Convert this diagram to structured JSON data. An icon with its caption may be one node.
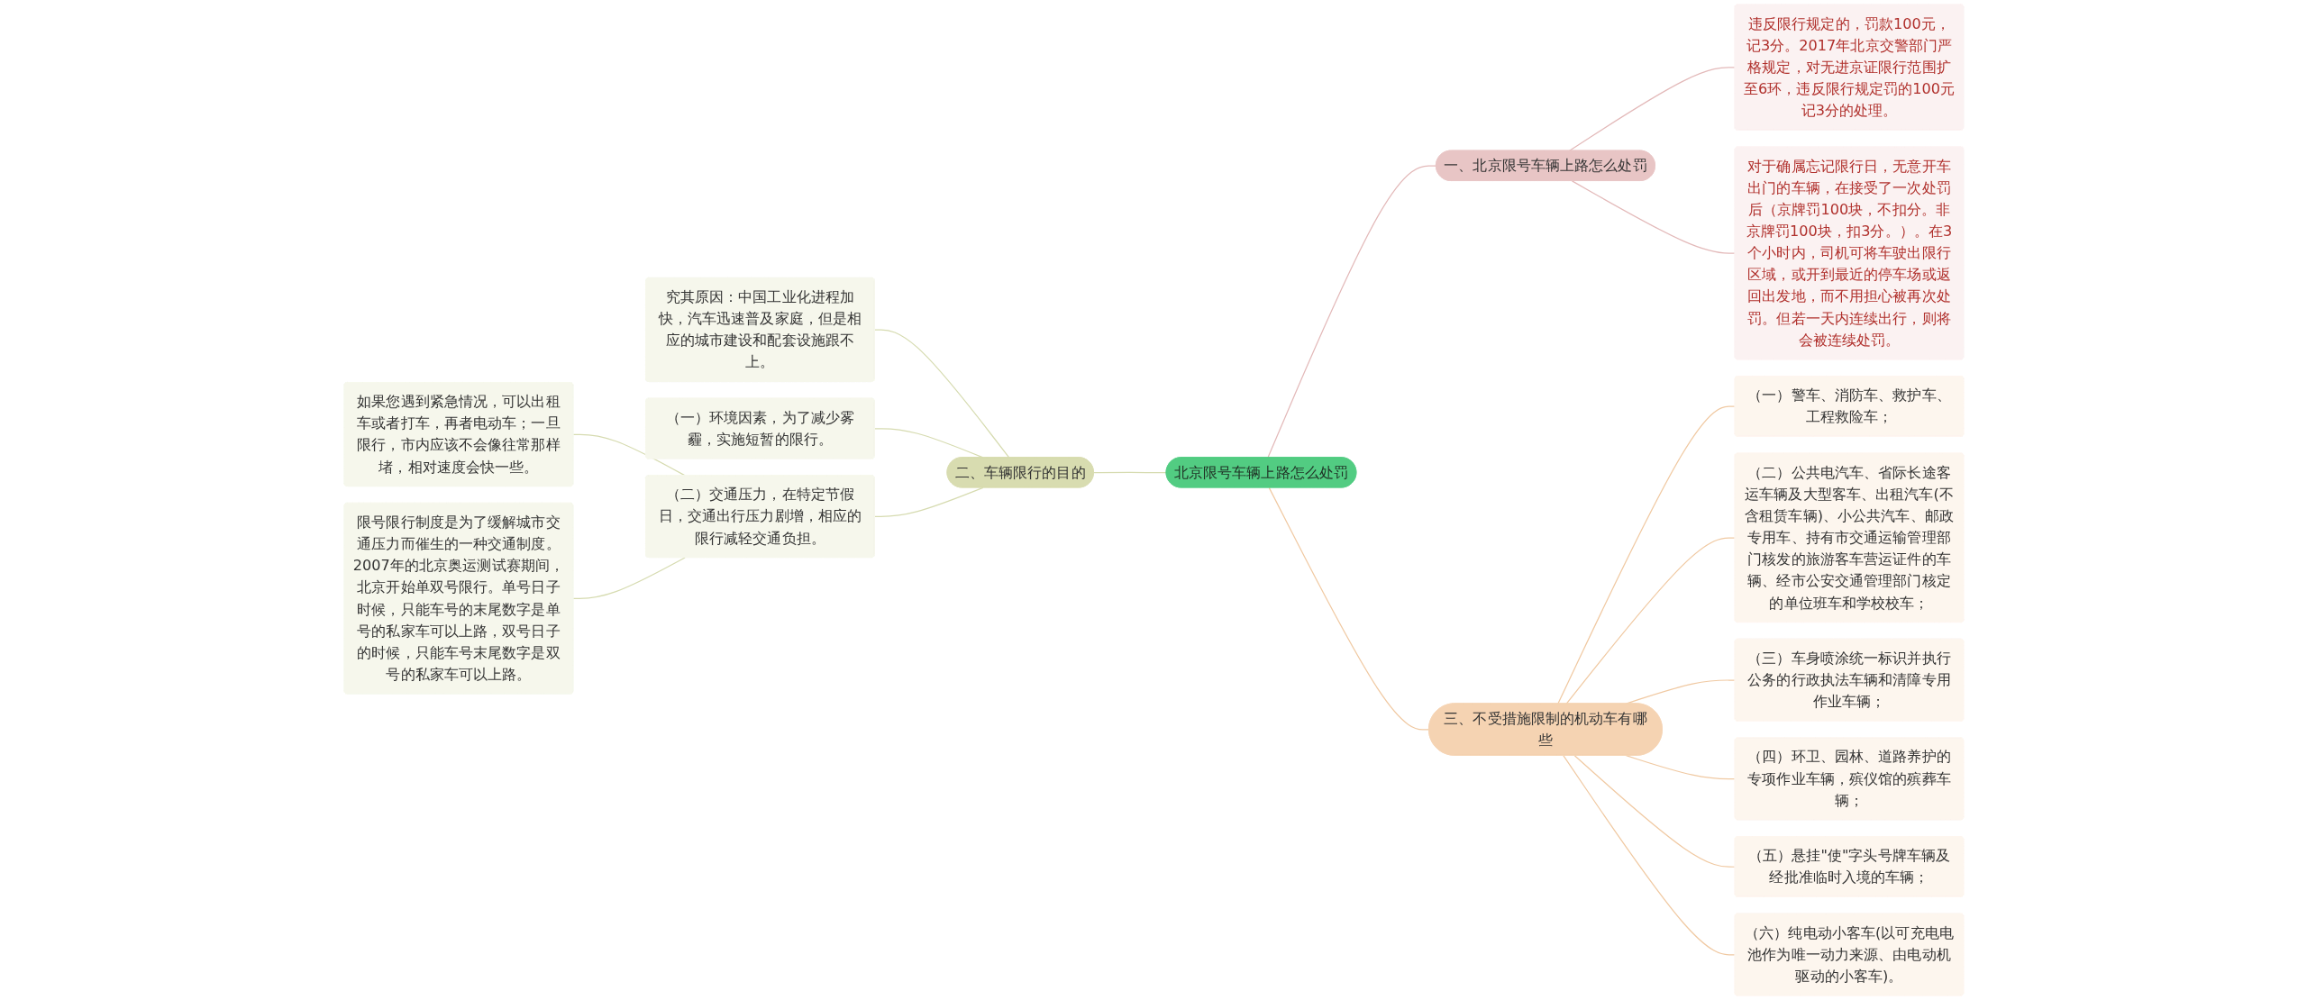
{
  "diagram": {
    "nodes": [
      {
        "text": [
          "北京限号车辆上路怎么处罚"
        ]
      },
      {
        "text": [
          "一、北京限号车辆上路怎么处罚"
        ]
      },
      {
        "text": [
          "违反限行规定的，罚款100元，记3分。2017年北京交警部门严格规定，对无进京证限行范围扩至6环，违反限行规定罚的100元记3分的处理。"
        ]
      },
      {
        "text": [
          "对于确属忘记限行日，无意开车出门的车辆，在接受了一次处罚后（京牌罚100块，不扣分。非京牌罚100块，扣3分。）。在3个小时内，司机可将车驶出限行区域，或开到最近的停车场或返回出发地，而不用担心被再次处罚。但若一天内连续出行，则将会被连续处罚。"
        ]
      },
      {
        "text": [
          "二、车辆限行的目的"
        ]
      },
      {
        "text": [
          "究其原因：中国工业化进程加快，汽车迅速普及家庭，但是相应的城市建设和配套设施跟不上。"
        ]
      },
      {
        "text": [
          "（一）环境因素，为了减少雾霾，实施短暂的限行。"
        ]
      },
      {
        "text": [
          "（二）交通压力，在特定节假日，交通出行压力剧增，相应的限行减轻交通负担。"
        ]
      },
      {
        "text": [
          "如果您遇到紧急情况，可以出租车或者打车，再者电动车；一旦限行，市内应该不会像往常那样堵，相对速度会快一些。"
        ]
      },
      {
        "text": [
          "限号限行制度是为了缓解城市交通压力而催生的一种交通制度。2007年的北京奥运测试赛期间，北京开始单双号限行。单号日子时候，只能车号的末尾数字是单号的私家车可以上路，双号日子的时候，只能车号末尾数字是双号的私家车可以上路。"
        ]
      },
      {
        "text": [
          "三、不受措施限制的机动车有哪些"
        ]
      },
      {
        "text": [
          "（一）警车、消防车、救护车、工程救险车；"
        ]
      },
      {
        "text": [
          "（二）公共电汽车、省际长途客运车辆及大型客车、出租汽车(不含租赁车辆)、小公共汽车、邮政专用车、持有市交通运输管理部门核发的旅游客车营运证件的车辆、经市公安交通管理部门核定的单位班车和学校校车；"
        ]
      },
      {
        "text": [
          "（三）车身喷涂统一标识并执行公务的行政执法车辆和清障专用作业车辆；"
        ]
      },
      {
        "text": [
          "（四）环卫、园林、道路养护的专项作业车辆，殡仪馆的殡葬车辆；"
        ]
      },
      {
        "text": [
          "（五）悬挂\"使\"字头号牌车辆及经批准临时入境的车辆；"
        ]
      },
      {
        "text": [
          "（六）纯电动小客车(以可充电电池作为唯一动力来源、由电动机驱动的小客车)。"
        ]
      }
    ],
    "edges": [
      {
        "from": 0,
        "to": 1,
        "arrow": "none",
        "color": "#e3b9b9"
      },
      {
        "from": 1,
        "to": 2,
        "arrow": "none",
        "color": "#e3b9b9"
      },
      {
        "from": 1,
        "to": 3,
        "arrow": "none",
        "color": "#e3b9b9"
      },
      {
        "from": 0,
        "to": 4,
        "arrow": "none",
        "color": "#d6dbb0"
      },
      {
        "from": 4,
        "to": 5,
        "arrow": "none",
        "color": "#d6dbb0"
      },
      {
        "from": 4,
        "to": 6,
        "arrow": "none",
        "color": "#d6dbb0"
      },
      {
        "from": 4,
        "to": 7,
        "arrow": "none",
        "color": "#d6dbb0"
      },
      {
        "from": 7,
        "to": 8,
        "arrow": "none",
        "color": "#d6dbb0"
      },
      {
        "from": 7,
        "to": 9,
        "arrow": "none",
        "color": "#d6dbb0"
      },
      {
        "from": 0,
        "to": 10,
        "arrow": "none"
      },
      {
        "from": 10,
        "to": 11,
        "arrow": "none"
      },
      {
        "from": 10,
        "to": 12,
        "arrow": "none"
      },
      {
        "from": 10,
        "to": 13,
        "arrow": "none"
      },
      {
        "from": 10,
        "to": 14,
        "arrow": "none"
      },
      {
        "from": 10,
        "to": 15,
        "arrow": "none"
      },
      {
        "from": 10,
        "to": 16,
        "arrow": "none"
      }
    ]
  }
}
